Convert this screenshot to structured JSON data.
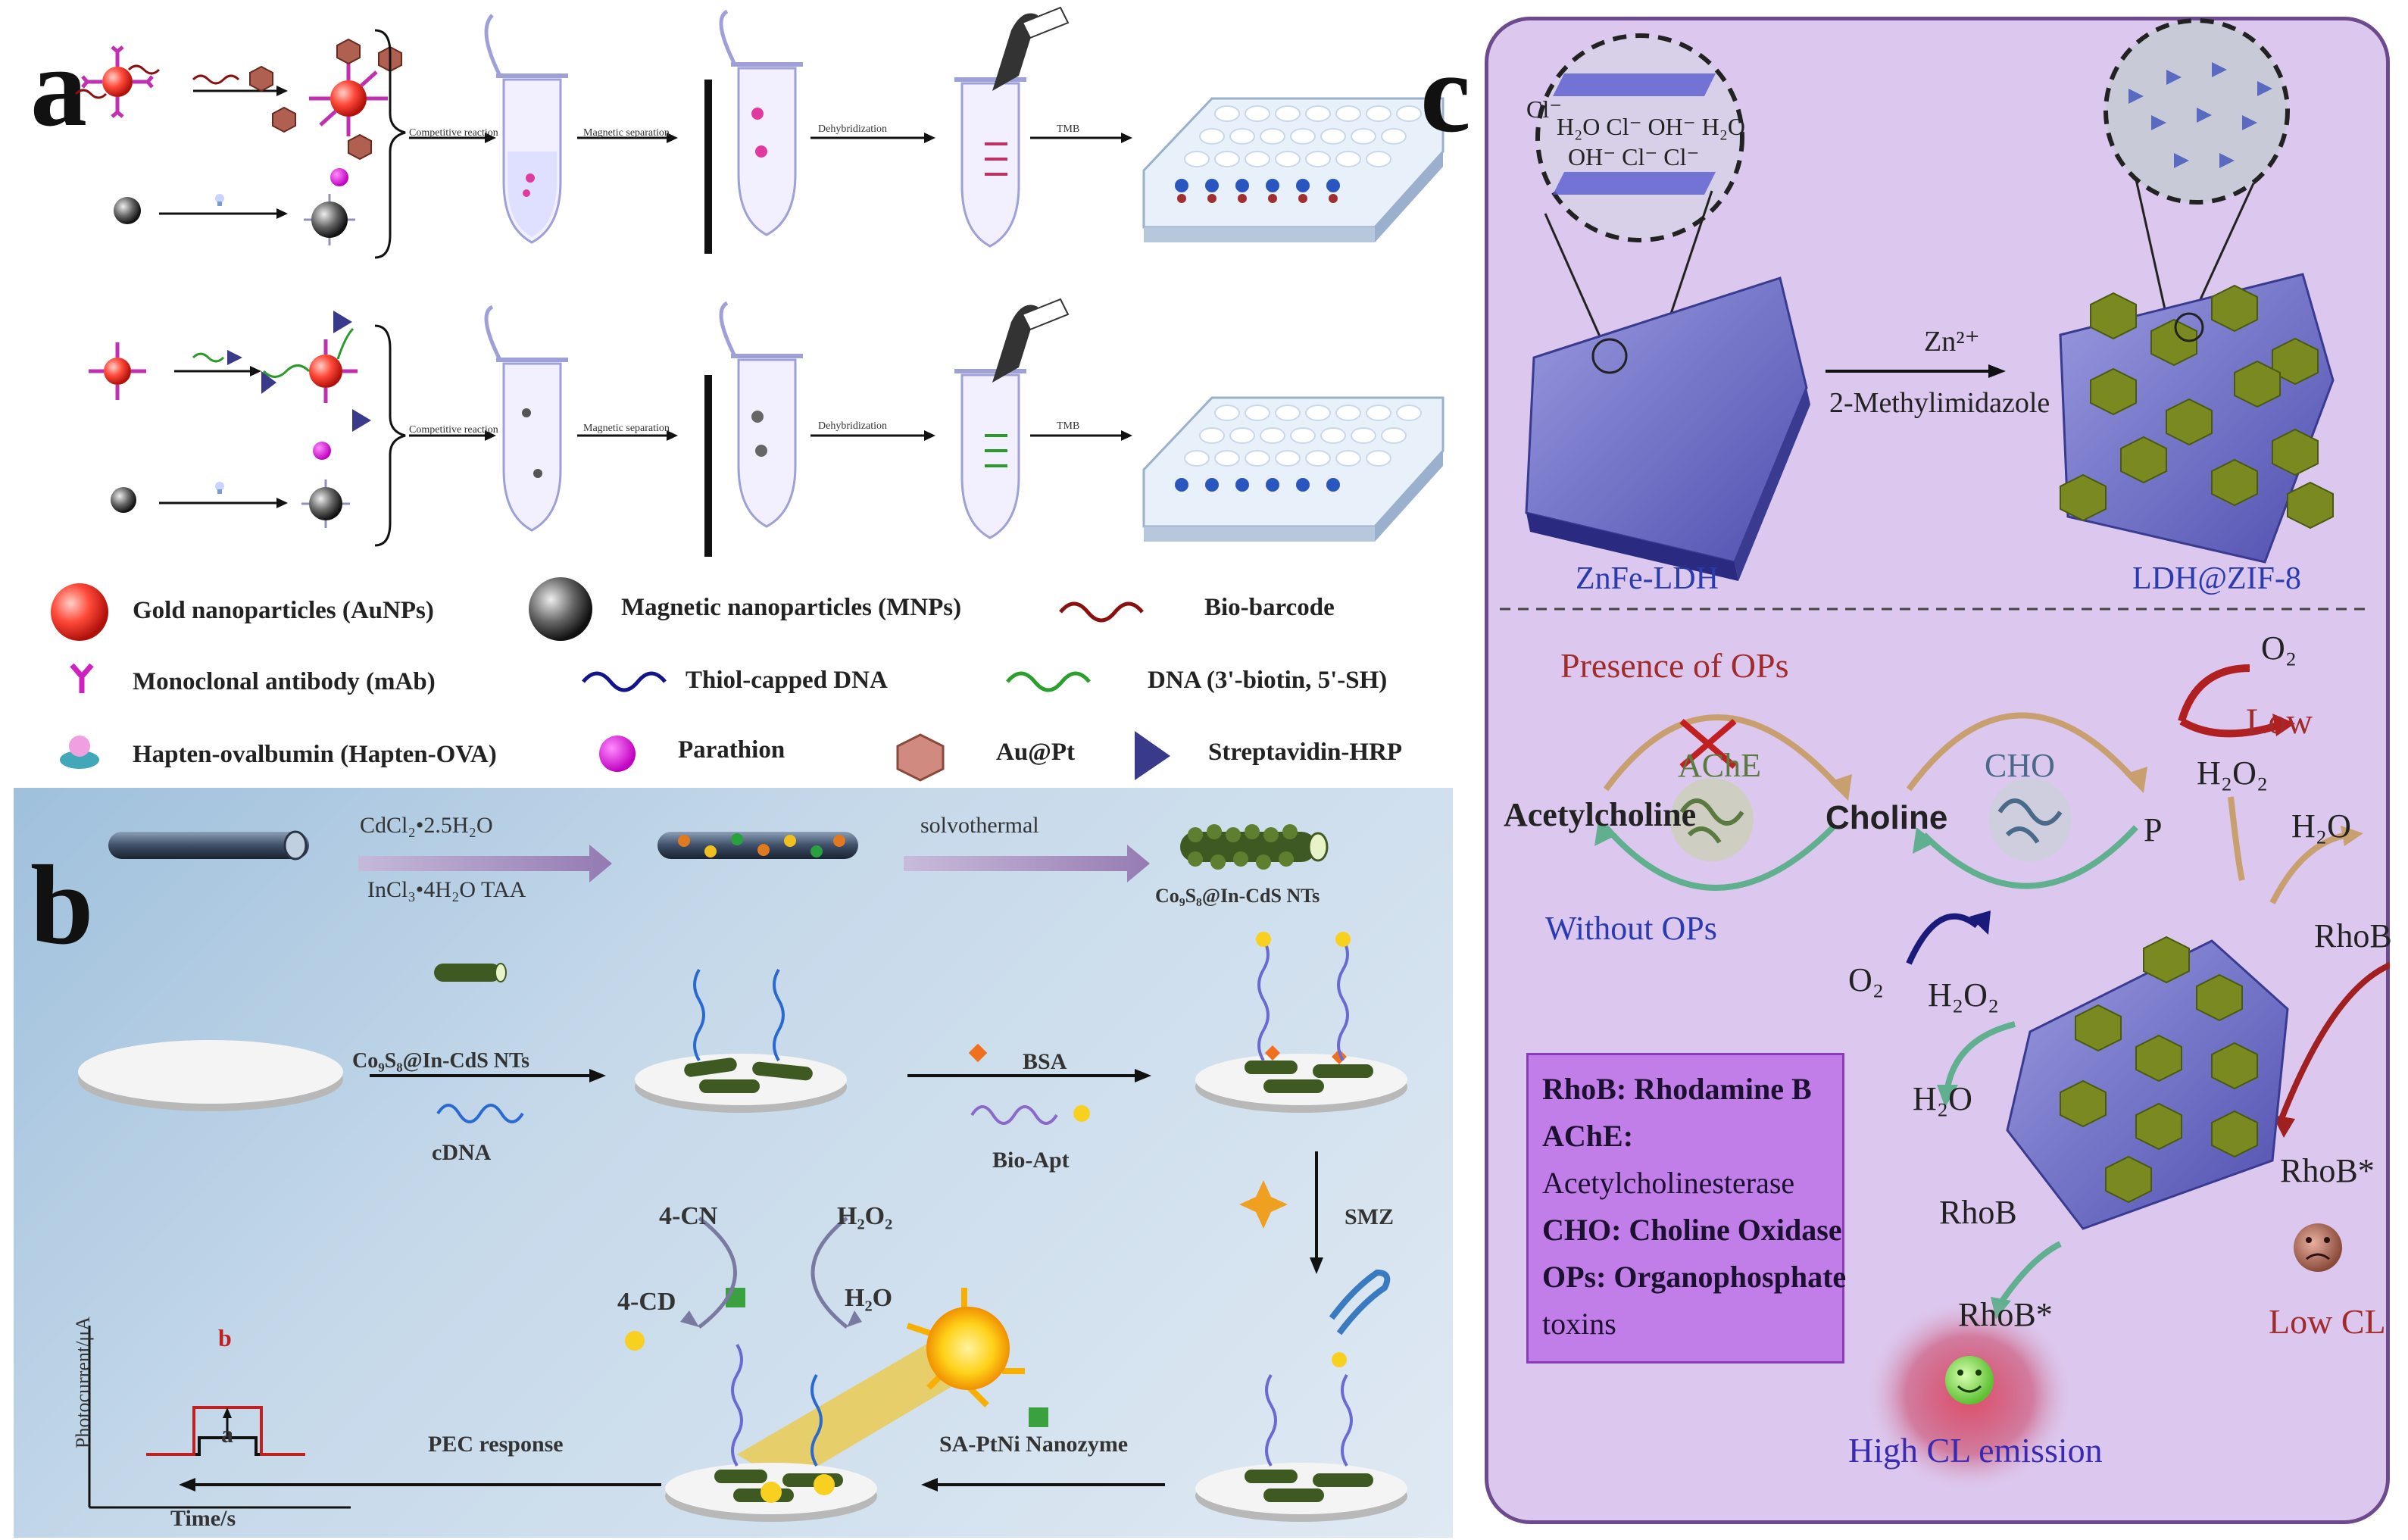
{
  "panel_labels": {
    "a": "a",
    "b": "b",
    "c": "c"
  },
  "panel_a": {
    "row1_steps": [
      "Competitive reaction",
      "Magnetic separation",
      "Dehybridization",
      "TMB"
    ],
    "row2_steps": [
      "Competitive reaction",
      "Magnetic separation",
      "Dehybridization",
      "TMB"
    ],
    "legend": [
      {
        "label": "Gold nanoparticles (AuNPs)",
        "icon": "gold-nanoparticle-icon"
      },
      {
        "label": "Magnetic nanoparticles (MNPs)",
        "icon": "magnetic-nanoparticle-icon"
      },
      {
        "label": "Bio-barcode",
        "icon": "bio-barcode-icon"
      },
      {
        "label": "Monoclonal antibody (mAb)",
        "icon": "antibody-icon"
      },
      {
        "label": "Thiol-capped DNA",
        "icon": "thiol-dna-icon"
      },
      {
        "label": "DNA (3'-biotin, 5'-SH)",
        "icon": "biotin-dna-icon"
      },
      {
        "label": "Hapten-ovalbumin (Hapten-OVA)",
        "icon": "hapten-ova-icon"
      },
      {
        "label": "Parathion",
        "icon": "parathion-icon"
      },
      {
        "label": "Au@Pt",
        "icon": "aupt-icon"
      },
      {
        "label": "Streptavidin-HRP",
        "icon": "streptavidin-hrp-icon"
      }
    ]
  },
  "panel_b": {
    "reagents_top": "CdCl₂•2.5H₂O",
    "reagents_bottom": "InCl₃•4H₂O TAA",
    "solvothermal": "solvothermal",
    "product": "Co₉S₈@In-CdS NTs",
    "step2_top": "Co₉S₈@In-CdS NTs",
    "step2_bottom": "cDNA",
    "bsa": "BSA",
    "bio_apt": "Bio-Apt",
    "smz": "SMZ",
    "sa_ptni": "SA-PtNi Nanozyme",
    "pec": "PEC response",
    "cn": "4-CN",
    "cd": "4-CD",
    "h2o2": "H₂O₂",
    "h2o": "H₂O",
    "y_axis": "Photocurrent/μA",
    "x_axis": "Time/s",
    "curve_a": "a",
    "curve_b": "b"
  },
  "panel_c": {
    "ions_row1": "Cl⁻",
    "ions_row2": "H₂O  Cl⁻  OH⁻  H₂O",
    "ions_row3": "OH⁻  Cl⁻    Cl⁻",
    "reagent_top": "Zn²⁺",
    "reagent_bottom": "2-Methylimidazole",
    "left_label": "ZnFe-LDH",
    "right_label": "LDH@ZIF-8",
    "presence": "Presence of OPs",
    "without": "Without OPs",
    "ache": "AChE",
    "cho": "CHO",
    "acetylcholine": "Acetylcholine",
    "choline": "Choline",
    "p": "P",
    "o2_top": "O₂",
    "low": "Low",
    "h2o2_top": "H₂O₂",
    "h2o_top": "H₂O",
    "rhob_right": "RhoB",
    "o2_mid": "O₂",
    "h2o2_mid": "H₂O₂",
    "h2o_mid": "H₂O",
    "rhob_mid": "RhoB",
    "rhob_star_right": "RhoB*",
    "rhob_star_center": "RhoB*",
    "low_cl": "Low CL",
    "high_cl": "High CL emission",
    "legend_lines": [
      "RhoB: Rhodamine B",
      "AChE:",
      "Acetylcholinesterase",
      "CHO: Choline Oxidase",
      "OPs: Organophosphate",
      "toxins"
    ]
  }
}
